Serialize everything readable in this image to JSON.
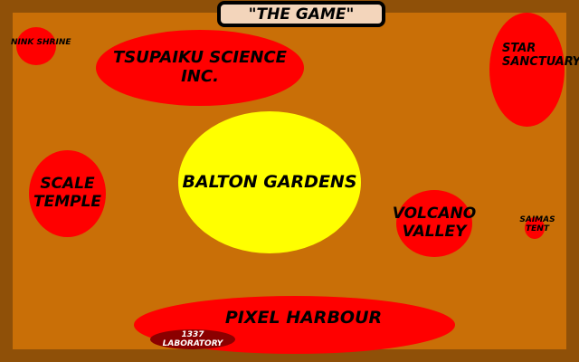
{
  "title": "\"THE GAME\"",
  "colors": {
    "border": "#8f5008",
    "ground": "#c96f07",
    "location_red": "#ff0000",
    "location_yellow": "#ffff00",
    "location_dark": "#8b0000",
    "title_bg": "#f3d5bb"
  },
  "locations": {
    "nink_shrine": "NINK SHRINE",
    "tsupaiku": "TSUPAIKU SCIENCE INC.",
    "star_sanctuary_1": "STAR",
    "star_sanctuary_2": "SANCTUARY",
    "scale_temple_1": "SCALE",
    "scale_temple_2": "TEMPLE",
    "balton_gardens": "BALTON GARDENS",
    "volcano_valley_1": "VOLCANO",
    "volcano_valley_2": "VALLEY",
    "saimas_tent_1": "SAIMAS",
    "saimas_tent_2": "TENT",
    "pixel_harbour": "PIXEL HARBOUR",
    "laboratory": "1337 LABORATORY"
  }
}
